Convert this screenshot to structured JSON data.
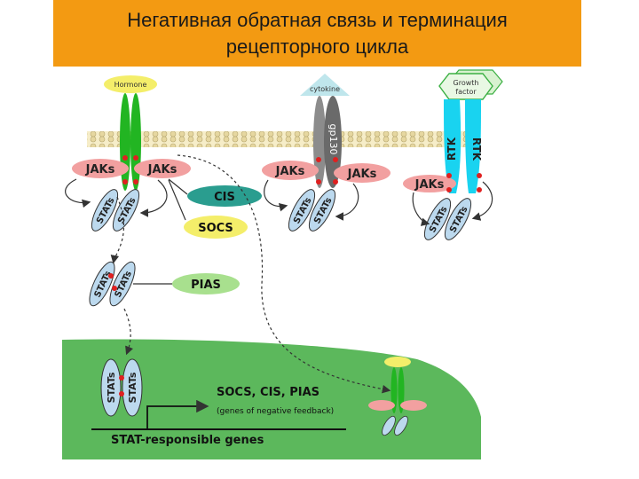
{
  "slide": {
    "title_line1": "Негативная обратная связь и терминация",
    "title_line2": "рецепторного цикла"
  },
  "diagram": {
    "hormone": "Hormone",
    "cytokine": "cytokine",
    "growth_factor_line1": "Growth",
    "growth_factor_line2": "factor",
    "gp130": "gp130",
    "rtk": "RTK",
    "jaks": "JAKs",
    "stats": "STATs",
    "cis": "CIS",
    "socs": "SOCS",
    "pias": "PIAS",
    "negative_feedback_genes": "SOCS, CIS, PIAS",
    "negative_feedback_note": "(genes of negative feedback)",
    "stat_responsible_genes": "STAT-responsible genes"
  },
  "colors": {
    "title_bg": "#f39a12",
    "membrane": "#e8dcae",
    "nucleus": "#5cb85c",
    "receptor_green": "#22b522",
    "receptor_cyan": "#19d3f0",
    "receptor_gray": "#8c8c8c",
    "jak_pink": "#f2a0a0",
    "stat_blue": "#bcd9ee",
    "cis_teal": "#2a9d8f",
    "socs_yellow": "#f4ee6a",
    "pias_green": "#a8e08e",
    "phospho_red": "#e02020"
  }
}
